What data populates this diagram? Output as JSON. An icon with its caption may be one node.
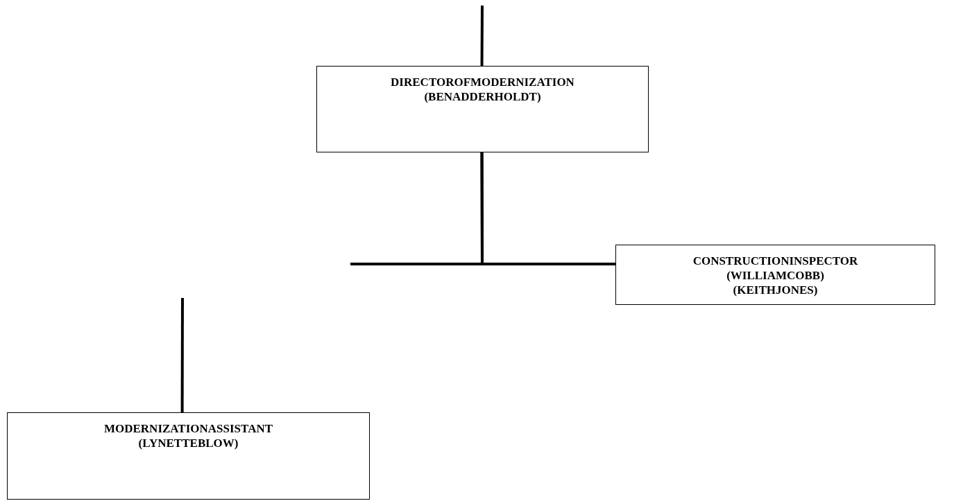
{
  "diagram": {
    "nodes": [
      {
        "text": [
          "DIRECTOROFMODERNIZATION",
          "(BENADDERHOLDT)"
        ]
      },
      {
        "text": [
          "CONSTRUCTIONINSPECTOR",
          "(WILLIAMCOBB)",
          "(KEITHJONES)"
        ]
      },
      {
        "text": [
          "MODERNIZATIONASSISTANT",
          "(LYNETTEBLOW)"
        ]
      }
    ],
    "edges": [
      {
        "from": null,
        "to": 0,
        "arrow": "none"
      },
      {
        "from": 0,
        "to": 1,
        "arrow": "none"
      },
      {
        "from": 0,
        "to": null,
        "arrow": "none"
      },
      {
        "from": null,
        "to": 2,
        "arrow": "none"
      }
    ]
  }
}
